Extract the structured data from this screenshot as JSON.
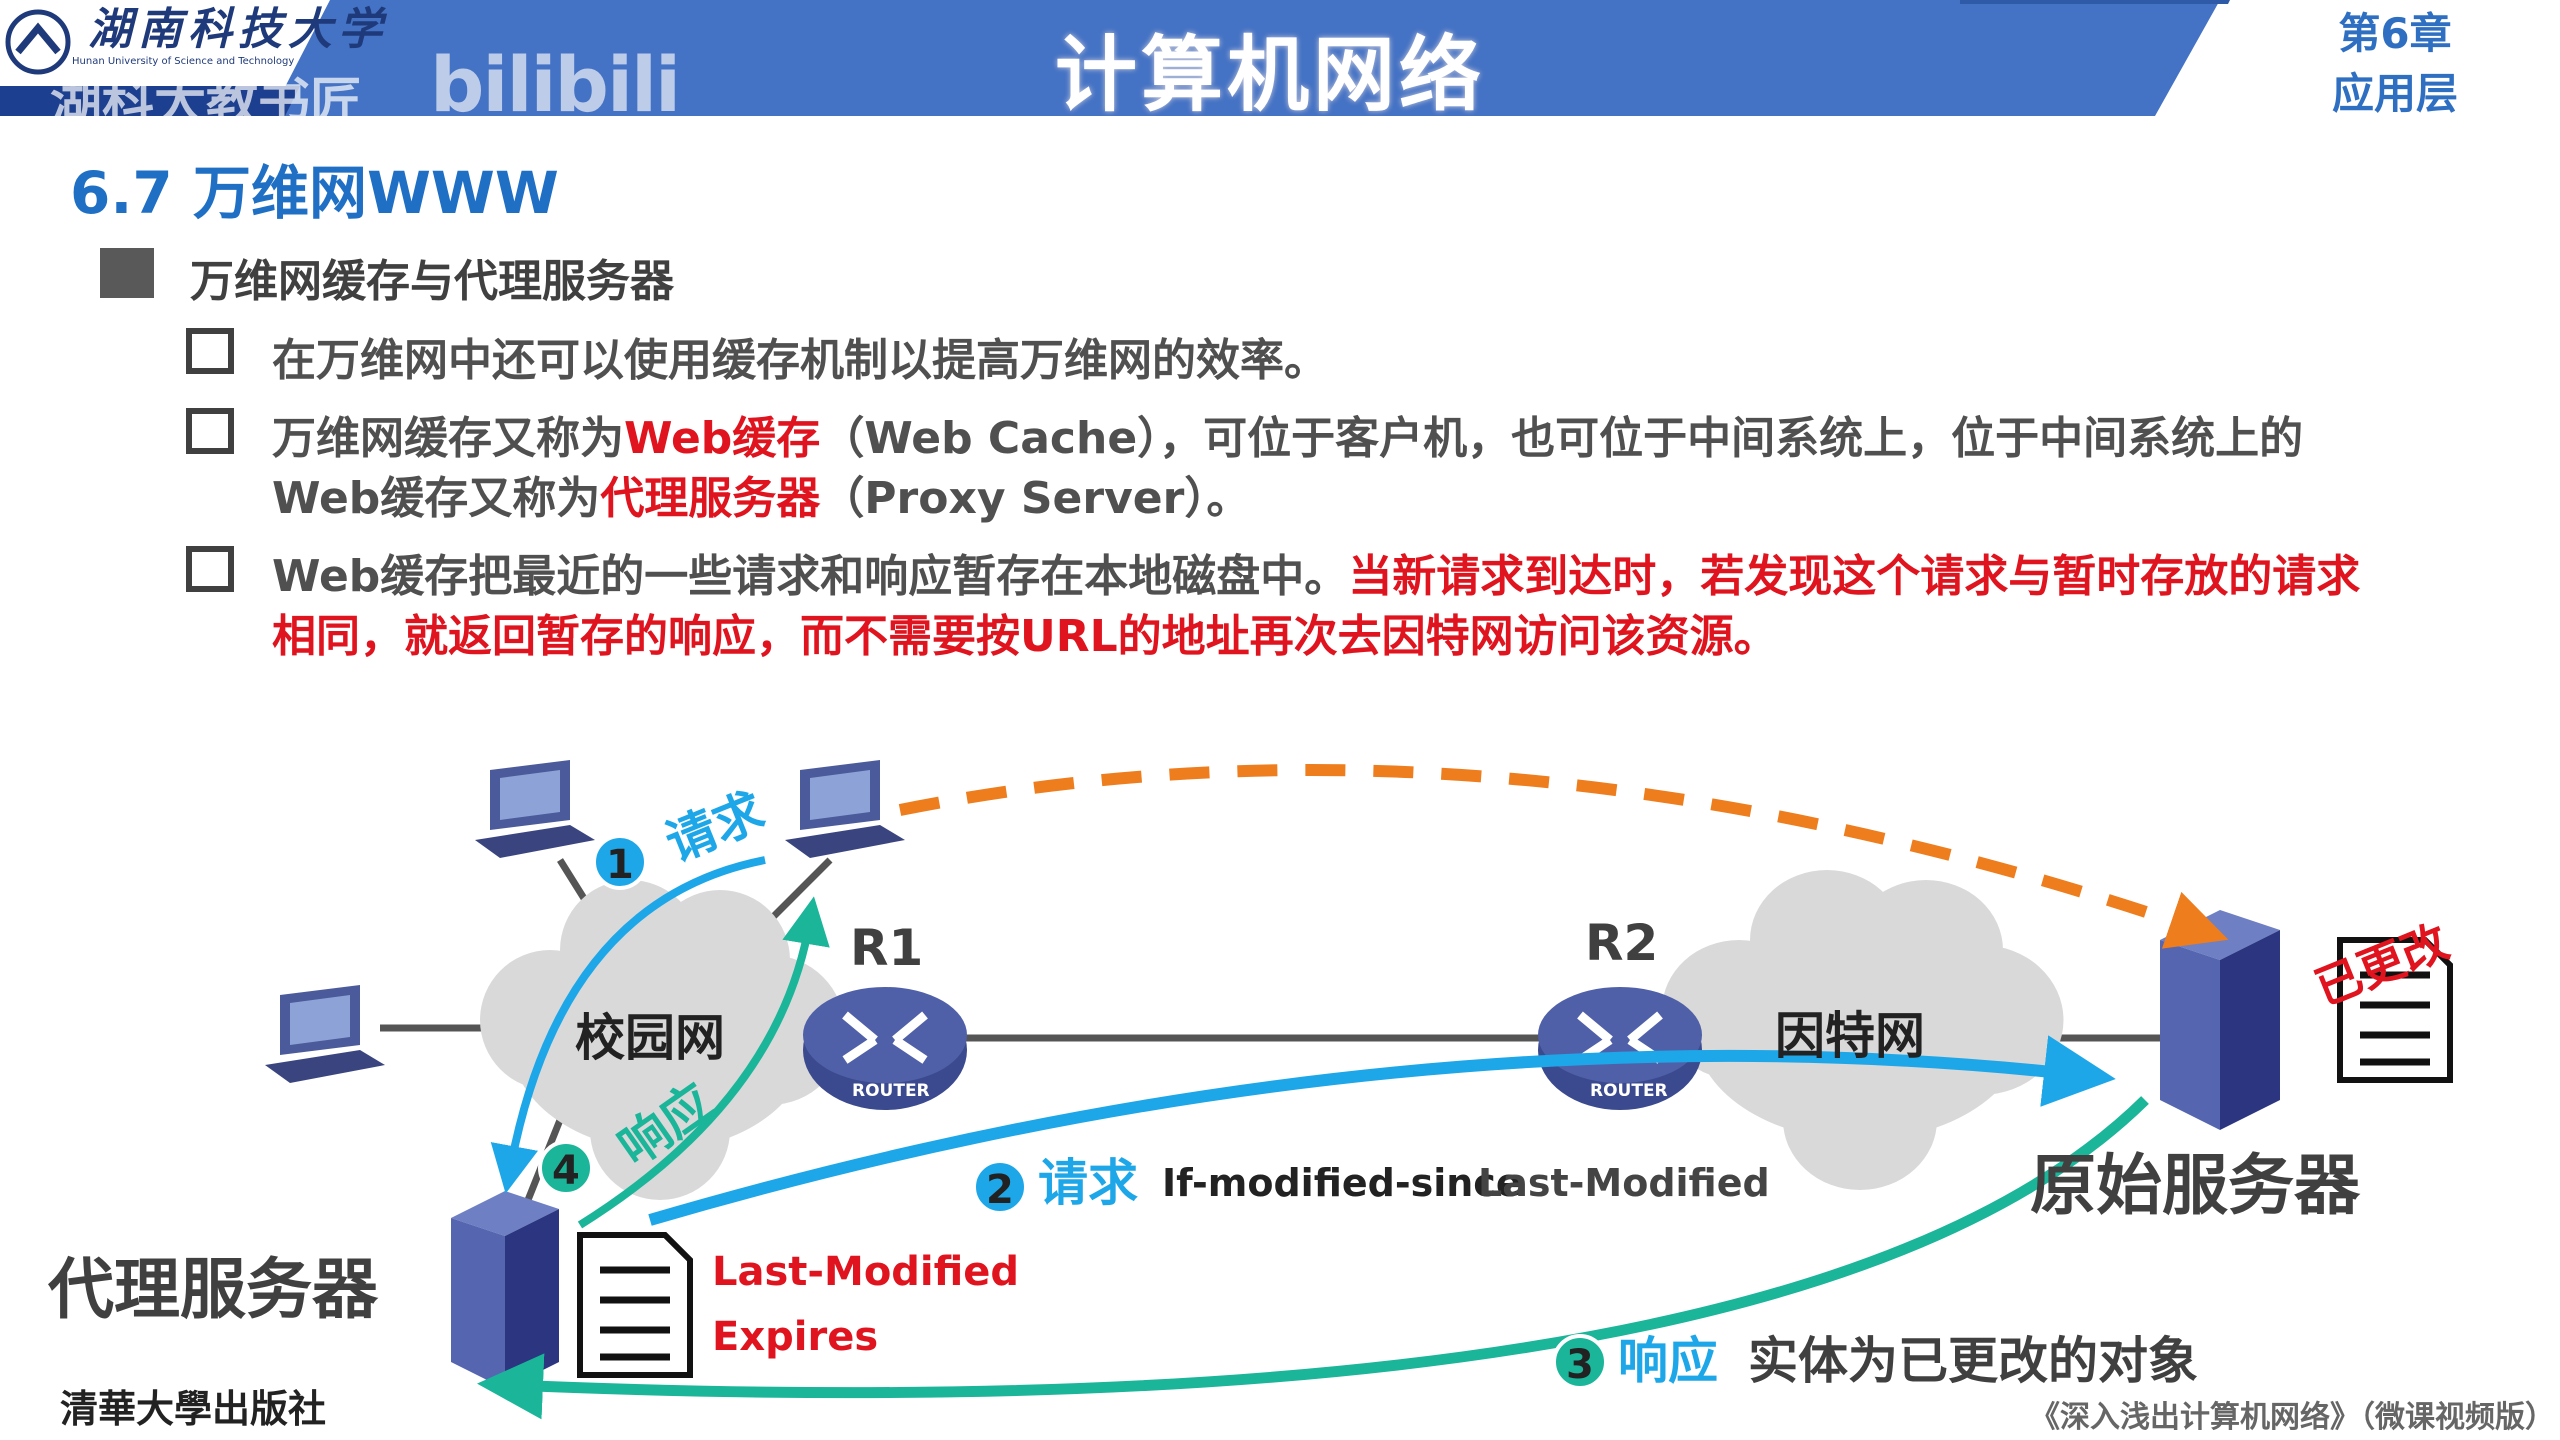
{
  "header": {
    "title": "计算机网络",
    "chapter": "第6章",
    "chapter_name": "应用层",
    "university": "湖南科技大学",
    "university_en": "Hunan University of Science and Technology",
    "watermark": "湖科大教书匠",
    "watermark2": "bilibili"
  },
  "section": {
    "title": "6.7 万维网WWW",
    "heading": "万维网缓存与代理服务器"
  },
  "items": [
    {
      "parts": [
        "在万维网中还可以使用缓存机制以提高万维网的效率。"
      ]
    },
    {
      "line1": [
        "万维网缓存又称为",
        "Web缓存",
        "（Web Cache），可位于客户机，也可位于中间系统上，位于中间系统上的"
      ],
      "line2": [
        "Web缓存又称为",
        "代理服务器",
        "（Proxy Server）。"
      ]
    },
    {
      "line1": [
        "Web缓存把最近的一些请求和响应暂存在本地磁盘中。",
        "当新请求到达时，若发现这个请求与暂时存放的请求"
      ],
      "line2": [
        "相同，就返回暂存的响应，而不需要按URL的地址再次去因特网访问该资源。"
      ]
    }
  ],
  "diagram": {
    "campus": "校园网",
    "internet": "因特网",
    "r1": "R1",
    "r2": "R2",
    "router": "ROUTER",
    "proxy": "代理服务器",
    "origin": "原始服务器",
    "changed": "已更改",
    "step1": "1",
    "step1_label": "请求",
    "step4": "4",
    "step4_label": "响应",
    "step2": "2",
    "step2_label": "请求",
    "step2_h1": "If-modified-since",
    "step2_h2": "Last-Modified",
    "step3": "3",
    "step3_label": "响应",
    "step3_text": "实体为已更改的对象",
    "doc_h1": "Last-Modified",
    "doc_h2": "Expires"
  },
  "footer": {
    "book": "《深入浅出计算机网络》（微课视频版）",
    "publisher": "清華大學出版社"
  },
  "colors": {
    "header": "#4472c4",
    "accent_blue": "#1f6fc5",
    "red": "#e0141e",
    "arrow_blue": "#1ea7e8",
    "arrow_teal": "#1bb59a",
    "orange": "#ee7d1e"
  }
}
